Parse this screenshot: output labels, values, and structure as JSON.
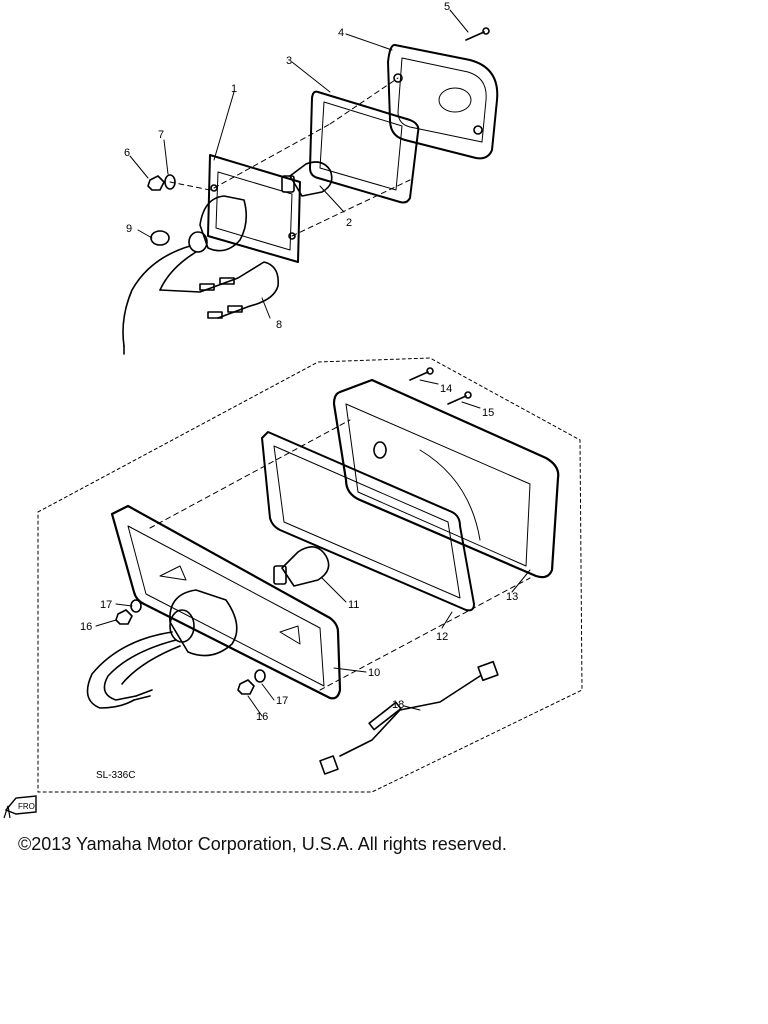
{
  "callouts": {
    "n1": "1",
    "n2": "2",
    "n3": "3",
    "n4": "4",
    "n5": "5",
    "n6": "6",
    "n7": "7",
    "n8": "8",
    "n9": "9",
    "n10": "10",
    "n11": "11",
    "n12": "12",
    "n13": "13",
    "n14": "14",
    "n15": "15",
    "n16a": "16",
    "n16b": "16",
    "n17a": "17",
    "n17b": "17",
    "n18": "18"
  },
  "diagram_code": "SL-336C",
  "front_marker": "FRO",
  "copyright": "©2013 Yamaha Motor Corporation, U.S.A. All rights reserved."
}
